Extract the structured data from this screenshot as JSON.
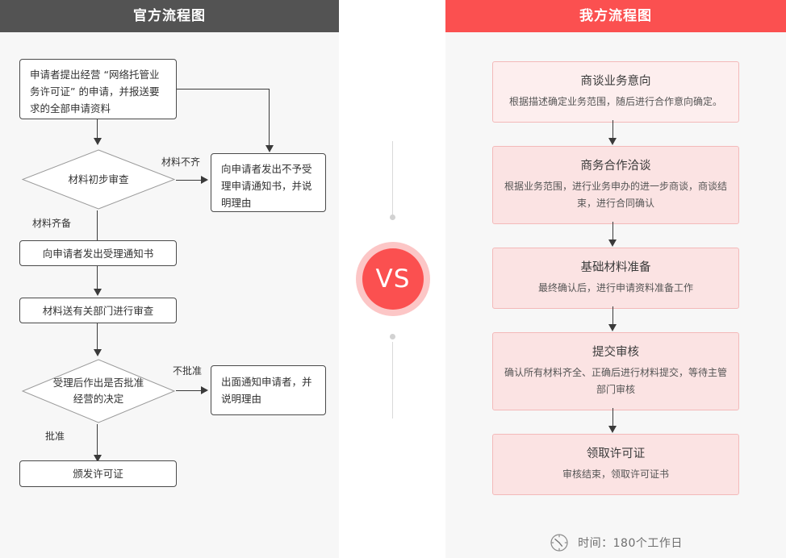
{
  "theme": {
    "left_header_bg": "#535353",
    "right_header_bg": "#fb5050",
    "panel_bg": "#f7f7f7",
    "card_bg_light": "#fdeeee",
    "card_bg_deep": "#fbe3e3",
    "card_border": "#f3b9b9",
    "vs_ring": "#fcc6c6",
    "vs_fill": "#fb5050",
    "line_color": "#3a3a3a"
  },
  "left_panel": {
    "header": "官方流程图",
    "nodes": {
      "n1": "申请者提出经营 “网络托管业务许可证” 的申请，并报送要求的全部申请资料",
      "d1": "材料初步审查",
      "n2": "向申请者发出不予受理申请通知书，并说明理由",
      "n3": "向申请者发出受理通知书",
      "n4": "材料送有关部门进行审查",
      "d2": "受理后作出是否批准经营的决定",
      "n5": "出面通知申请者，并说明理由",
      "n6": "颁发许可证"
    },
    "edge_labels": {
      "e1": "材料不齐",
      "e2": "材料齐备",
      "e3": "不批准",
      "e4": "批准"
    }
  },
  "center": {
    "vs_label": "VS"
  },
  "right_panel": {
    "header": "我方流程图",
    "cards": [
      {
        "title": "商谈业务意向",
        "desc": "根据描述确定业务范围，随后进行合作意向确定。"
      },
      {
        "title": "商务合作洽谈",
        "desc": "根据业务范围，进行业务申办的进一步商谈，商谈结束，进行合同确认"
      },
      {
        "title": "基础材料准备",
        "desc": "最终确认后，进行申请资料准备工作"
      },
      {
        "title": "提交审核",
        "desc": "确认所有材料齐全、正确后进行材料提交，等待主管部门审核"
      },
      {
        "title": "领取许可证",
        "desc": "审核结束，领取许可证书"
      }
    ],
    "footer": {
      "icon": "clock-icon",
      "text": "时间：180个工作日"
    }
  }
}
